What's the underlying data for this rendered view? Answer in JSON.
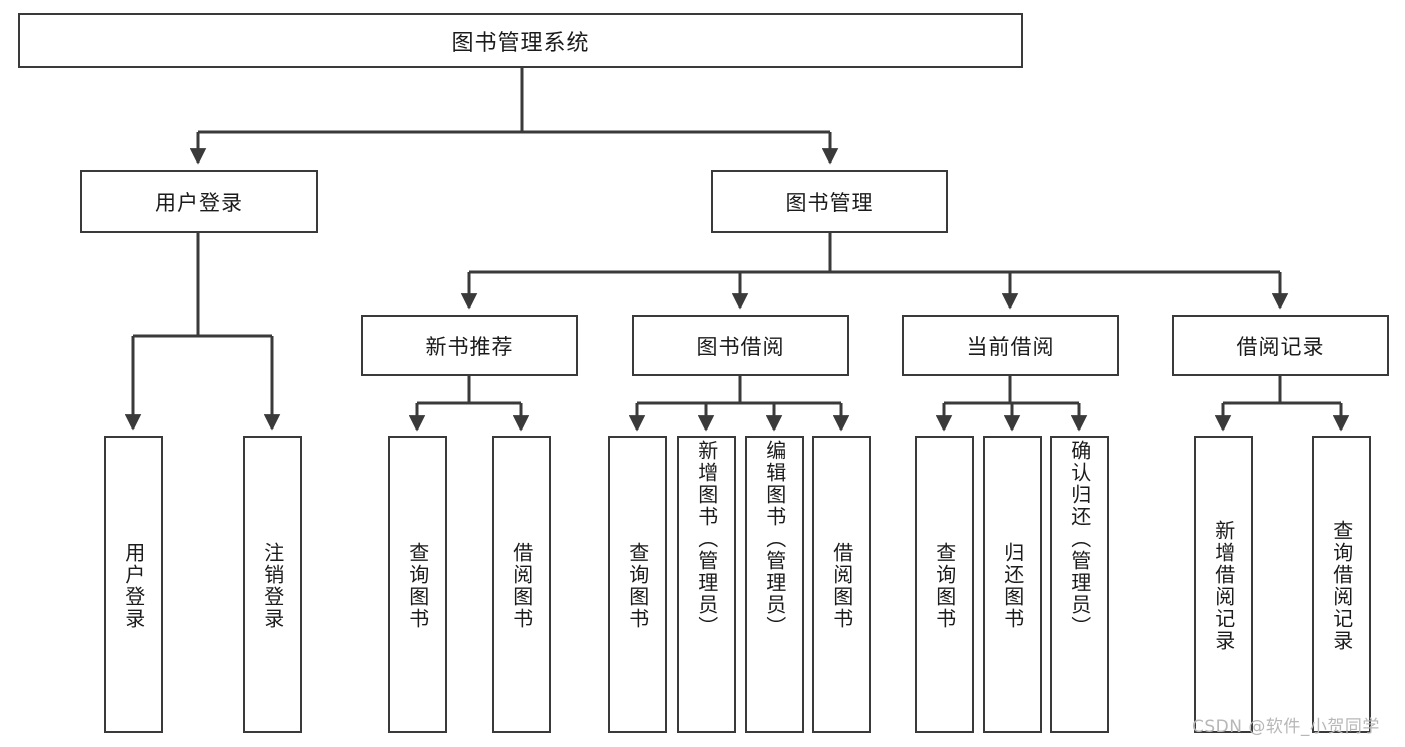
{
  "diagram": {
    "type": "tree-hierarchy",
    "title": "图书管理系统",
    "root": {
      "id": "root",
      "label": "图书管理系统"
    },
    "level2": [
      {
        "id": "user-login",
        "label": "用户登录"
      },
      {
        "id": "book-manage",
        "label": "图书管理"
      }
    ],
    "level3": [
      {
        "id": "new-book-recommend",
        "label": "新书推荐",
        "parent": "book-manage"
      },
      {
        "id": "book-borrow",
        "label": "图书借阅",
        "parent": "book-manage"
      },
      {
        "id": "current-borrow",
        "label": "当前借阅",
        "parent": "book-manage"
      },
      {
        "id": "borrow-record",
        "label": "借阅记录",
        "parent": "book-manage"
      }
    ],
    "leaves": {
      "user_login": [
        {
          "id": "leaf-user-login",
          "label": "用户登录"
        },
        {
          "id": "leaf-logout-login",
          "label": "注销登录"
        }
      ],
      "new_book_recommend": [
        {
          "id": "leaf-query-book-1",
          "label": "查询图书"
        },
        {
          "id": "leaf-borrow-book-1",
          "label": "借阅图书"
        }
      ],
      "book_borrow": [
        {
          "id": "leaf-query-book-2",
          "label": "查询图书"
        },
        {
          "id": "leaf-add-book",
          "label": "新增图书（管理员）"
        },
        {
          "id": "leaf-edit-book",
          "label": "编辑图书（管理员）"
        },
        {
          "id": "leaf-borrow-book-2",
          "label": "借阅图书"
        }
      ],
      "current_borrow": [
        {
          "id": "leaf-query-book-3",
          "label": "查询图书"
        },
        {
          "id": "leaf-return-book",
          "label": "归还图书"
        },
        {
          "id": "leaf-confirm-return",
          "label": "确认归还（管理员）"
        }
      ],
      "borrow_record": [
        {
          "id": "leaf-add-record",
          "label": "新增借阅记录"
        },
        {
          "id": "leaf-query-record",
          "label": "查询借阅记录"
        }
      ]
    }
  },
  "watermark": {
    "text": "CSDN @软件_小贺同学"
  },
  "colors": {
    "stroke": "#3a3a3a",
    "text": "#1b1b1b",
    "background": "#ffffff",
    "watermark": "#b7b7b7"
  }
}
